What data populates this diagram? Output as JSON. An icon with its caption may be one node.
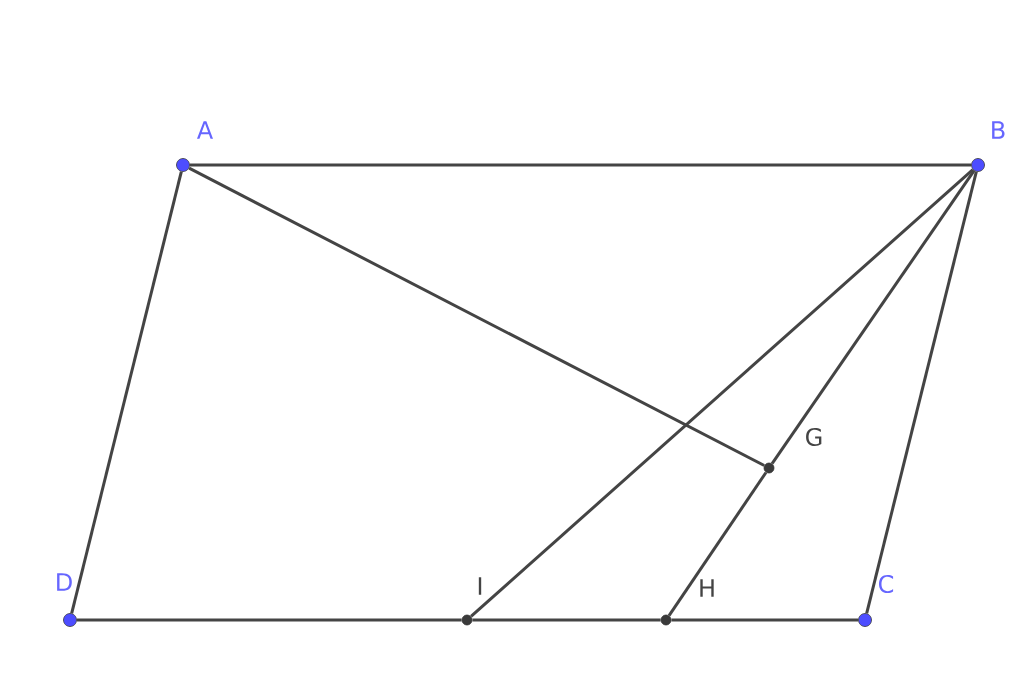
{
  "diagram": {
    "nodes": [
      {
        "text": [
          "A"
        ]
      },
      {
        "text": [
          "B"
        ]
      },
      {
        "text": [
          "C"
        ]
      },
      {
        "text": [
          "D"
        ]
      },
      {
        "text": [
          "G"
        ]
      },
      {
        "text": [
          "H"
        ]
      },
      {
        "text": [
          "I"
        ]
      }
    ],
    "edges": [
      {
        "from": 0,
        "to": 1,
        "arrow": "none"
      },
      {
        "from": 0,
        "to": 3,
        "arrow": "none"
      },
      {
        "from": 3,
        "to": 6,
        "arrow": "none"
      },
      {
        "from": 6,
        "to": 5,
        "arrow": "none"
      },
      {
        "from": 5,
        "to": 2,
        "arrow": "none"
      },
      {
        "from": 1,
        "to": 2,
        "arrow": "none"
      },
      {
        "from": 0,
        "to": 4,
        "arrow": "none"
      },
      {
        "from": 1,
        "to": 6,
        "arrow": "none"
      },
      {
        "from": 1,
        "to": 4,
        "arrow": "none"
      },
      {
        "from": 4,
        "to": 5,
        "arrow": "none"
      }
    ]
  }
}
